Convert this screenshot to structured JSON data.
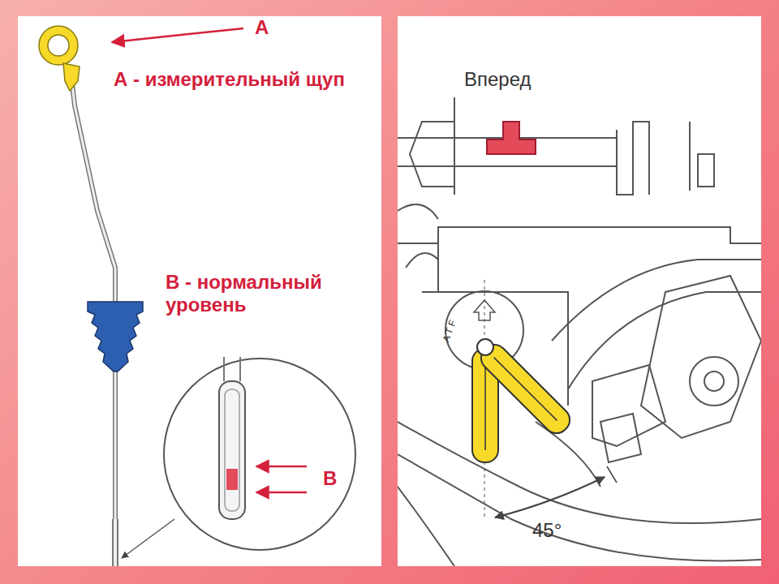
{
  "diagram": {
    "labels": [
      "A",
      "А - измерительный щуп",
      "В - нормальный уровень",
      "B",
      "Вперед",
      "ATF",
      "45°"
    ]
  }
}
